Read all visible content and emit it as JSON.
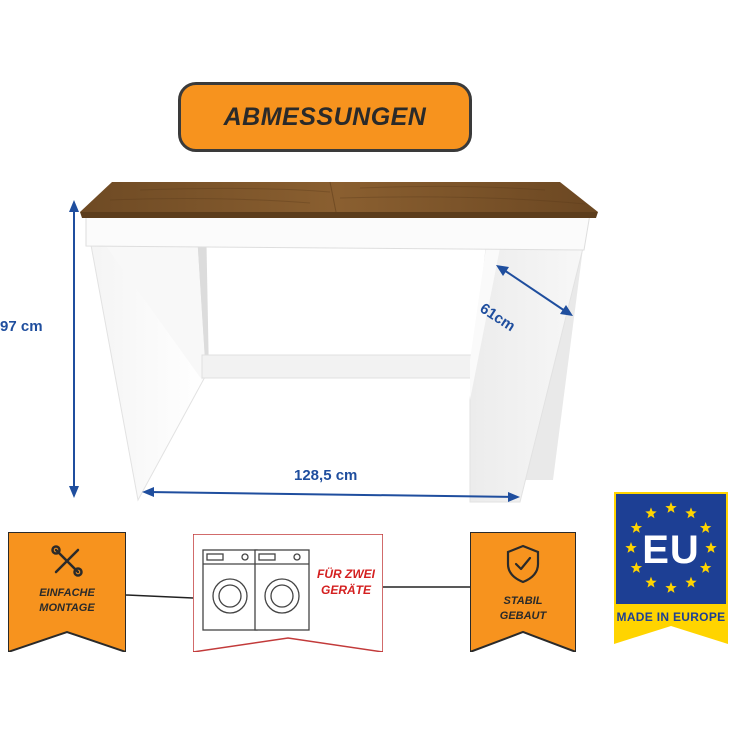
{
  "title": "ABMESSUNGEN",
  "dimensions": {
    "height": "97 cm",
    "depth": "61cm",
    "width": "128,5 cm"
  },
  "features": {
    "left": {
      "line1": "EINFACHE",
      "line2": "MONTAGE",
      "icon": "tools-icon"
    },
    "center": {
      "line1": "FÜR ZWEI",
      "line2": "GERÄTE",
      "icon": "washing-machines-icon"
    },
    "right": {
      "line1": "STABIL",
      "line2": "GEBAUT",
      "icon": "shield-check-icon"
    }
  },
  "badge": {
    "label": "EU",
    "caption": "MADE IN EUROPE"
  },
  "colors": {
    "accent_orange": "#f7931e",
    "dimension_blue": "#1f4e9e",
    "eu_blue": "#1d3f94",
    "eu_star": "#ffd400",
    "red_text": "#d42020"
  }
}
